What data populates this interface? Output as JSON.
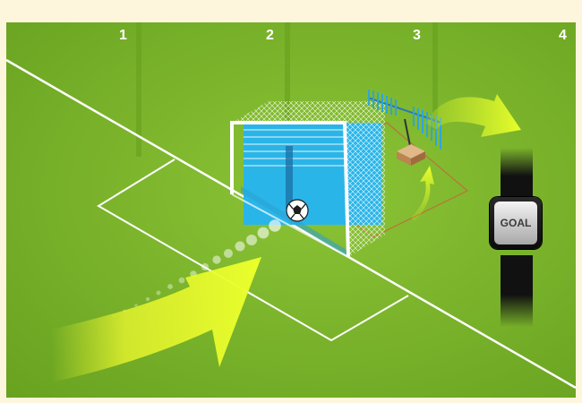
{
  "stages": [
    "1",
    "2",
    "3",
    "4"
  ],
  "watch": {
    "display_text": "GOAL"
  },
  "icons": [
    "soccer-ball-icon",
    "antenna-icon",
    "receiver-box-icon",
    "arrow-icon"
  ],
  "colors": {
    "pitch_green": "#7ab32a",
    "net_water": "#29b4e6",
    "arrow_yellow": "#e4f52a",
    "frame": "#fdf6dd"
  }
}
